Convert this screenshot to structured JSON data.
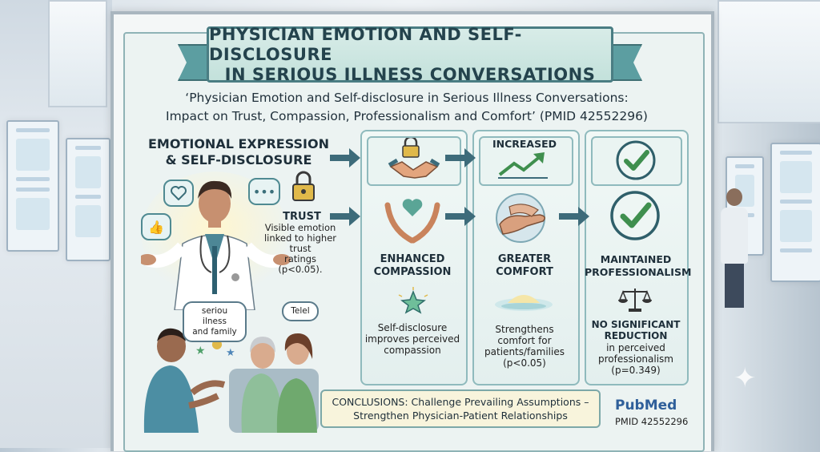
{
  "banner": {
    "line1": "PHYSICIAN EMOTION AND SELF-DISCLOSURE",
    "line2": "IN SERIOUS ILLNESS CONVERSATIONS"
  },
  "subtitle": {
    "line1": "‘Physician Emotion and Self-disclosure in Serious Illness Conversations:",
    "line2": "Impact on Trust, Compassion, Professionalism and Comfort’ (PMID 42552296)"
  },
  "left": {
    "heading_line1": "EMOTIONAL EXPRESSION",
    "heading_line2": "& SELF-DISCLOSURE",
    "trust_title": "TRUST",
    "trust_text": [
      "Visible emotion",
      "linked to higher",
      "trust",
      "ratings",
      "(p<0.05)."
    ],
    "bubble_text": [
      "seriou ilness",
      "and family"
    ],
    "bubble2_text": "Telel"
  },
  "compassion": {
    "title_line1": "ENHANCED",
    "title_line2": "COMPASSION",
    "text": [
      "Self-disclosure",
      "improves perceived",
      "compassion"
    ]
  },
  "comfort": {
    "header": "INCREASED",
    "title_line1": "GREATER",
    "title_line2": "COMFORT",
    "text": [
      "Strengthens",
      "comfort for",
      "patients/families",
      "(p<0.05)"
    ]
  },
  "professionalism": {
    "title_line1": "MAINTAINED",
    "title_line2": "PROFESSIONALISM",
    "nosig_line1": "NO SIGNIFICANT",
    "nosig_line2": "REDUCTION",
    "text": [
      "in perceived",
      "professionalism",
      "(p=0.349)"
    ]
  },
  "conclusion": {
    "line1": "CONCLUSIONS: Challenge Prevailing Assumptions –",
    "line2": "Strengthen Physician-Patient Relationships"
  },
  "footer": {
    "pubmed_logo": "PubMed",
    "pmid": "PMID 42552296"
  },
  "colors": {
    "accent": "#4f8a92",
    "check_green": "#3f8f4e",
    "heading": "#1e2f3a"
  },
  "icons": [
    "lock-icon",
    "handshake-icon",
    "heart-hands-icon",
    "trend-up-icon",
    "check-circle-icon",
    "scale-icon",
    "star-icon",
    "comfort-hand-icon",
    "thumbs-up-icon",
    "heart-bubble-icon",
    "chat-bubble-icon"
  ]
}
